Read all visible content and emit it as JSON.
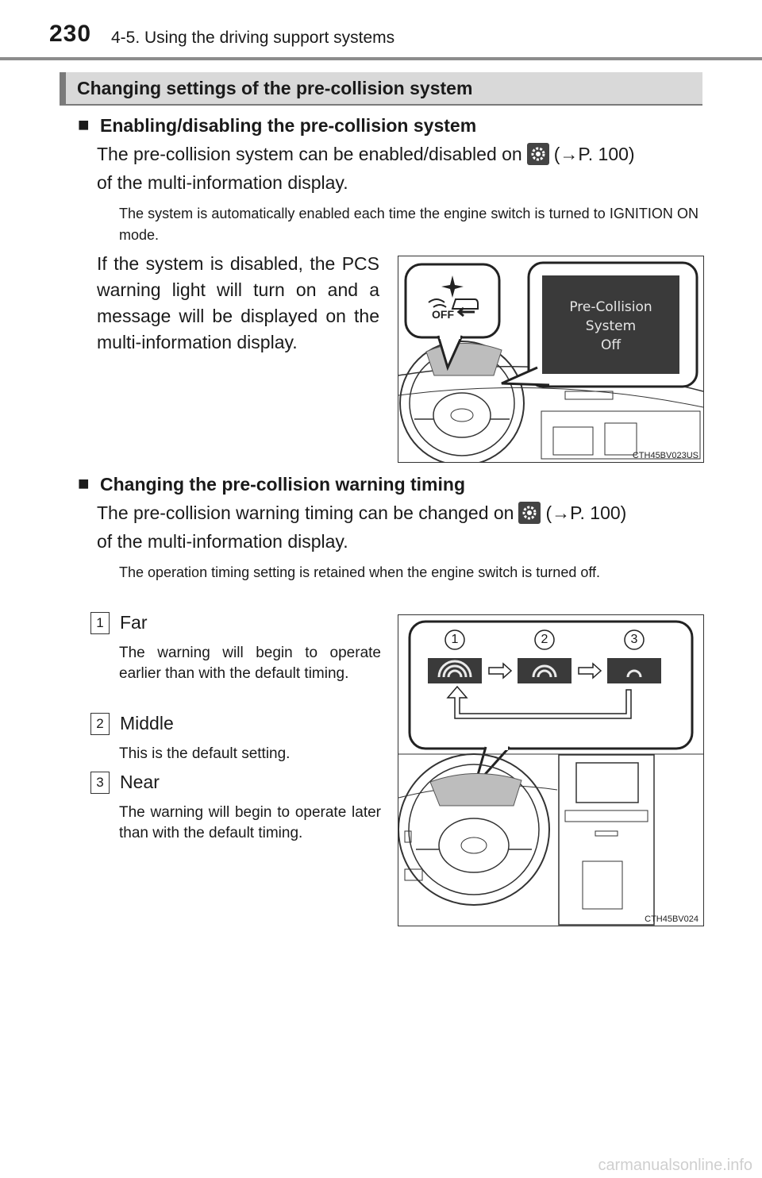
{
  "header": {
    "page_number": "230",
    "section_title": "4-5. Using the driving support systems"
  },
  "title": "Changing settings of the pre-collision system",
  "block1": {
    "bullet": "■",
    "heading": "Enabling/disabling the pre-collision system",
    "line1_pre": "The pre-collision system can be enabled/disabled on",
    "ref": "(→P. 100)",
    "line2": "of the multi-information display.",
    "note": "The system is automatically enabled each time the engine switch is turned to IGNITION ON mode.",
    "para": "If the system is disabled, the PCS warning light will turn on and a message will be displayed on the multi-information display.",
    "fig": {
      "off_label": "OFF",
      "screen_line1": "Pre-Collision",
      "screen_line2": "System",
      "screen_line3": "Off",
      "code": "CTH45BV023US"
    }
  },
  "block2": {
    "bullet": "■",
    "heading": "Changing the pre-collision warning timing",
    "line1_pre": "The pre-collision warning timing can be changed on",
    "ref": "(→P. 100)",
    "line2": "of the multi-information display.",
    "note": "The operation timing setting is retained when the engine switch is turned off.",
    "items": [
      {
        "num": "1",
        "label": "Far",
        "desc": "The warning will begin to operate earlier than with the default timing."
      },
      {
        "num": "2",
        "label": "Middle",
        "desc": "This is the default setting."
      },
      {
        "num": "3",
        "label": "Near",
        "desc": "The warning will begin to operate later than with the default timing."
      }
    ],
    "fig": {
      "circle_labels": [
        "1",
        "2",
        "3"
      ],
      "code": "CTH45BV024"
    }
  },
  "watermark": "carmanualsonline.info",
  "colors": {
    "title_bar": "#d9d9d9",
    "screen": "#3a3a3a",
    "rule": "#8c8c8c"
  }
}
